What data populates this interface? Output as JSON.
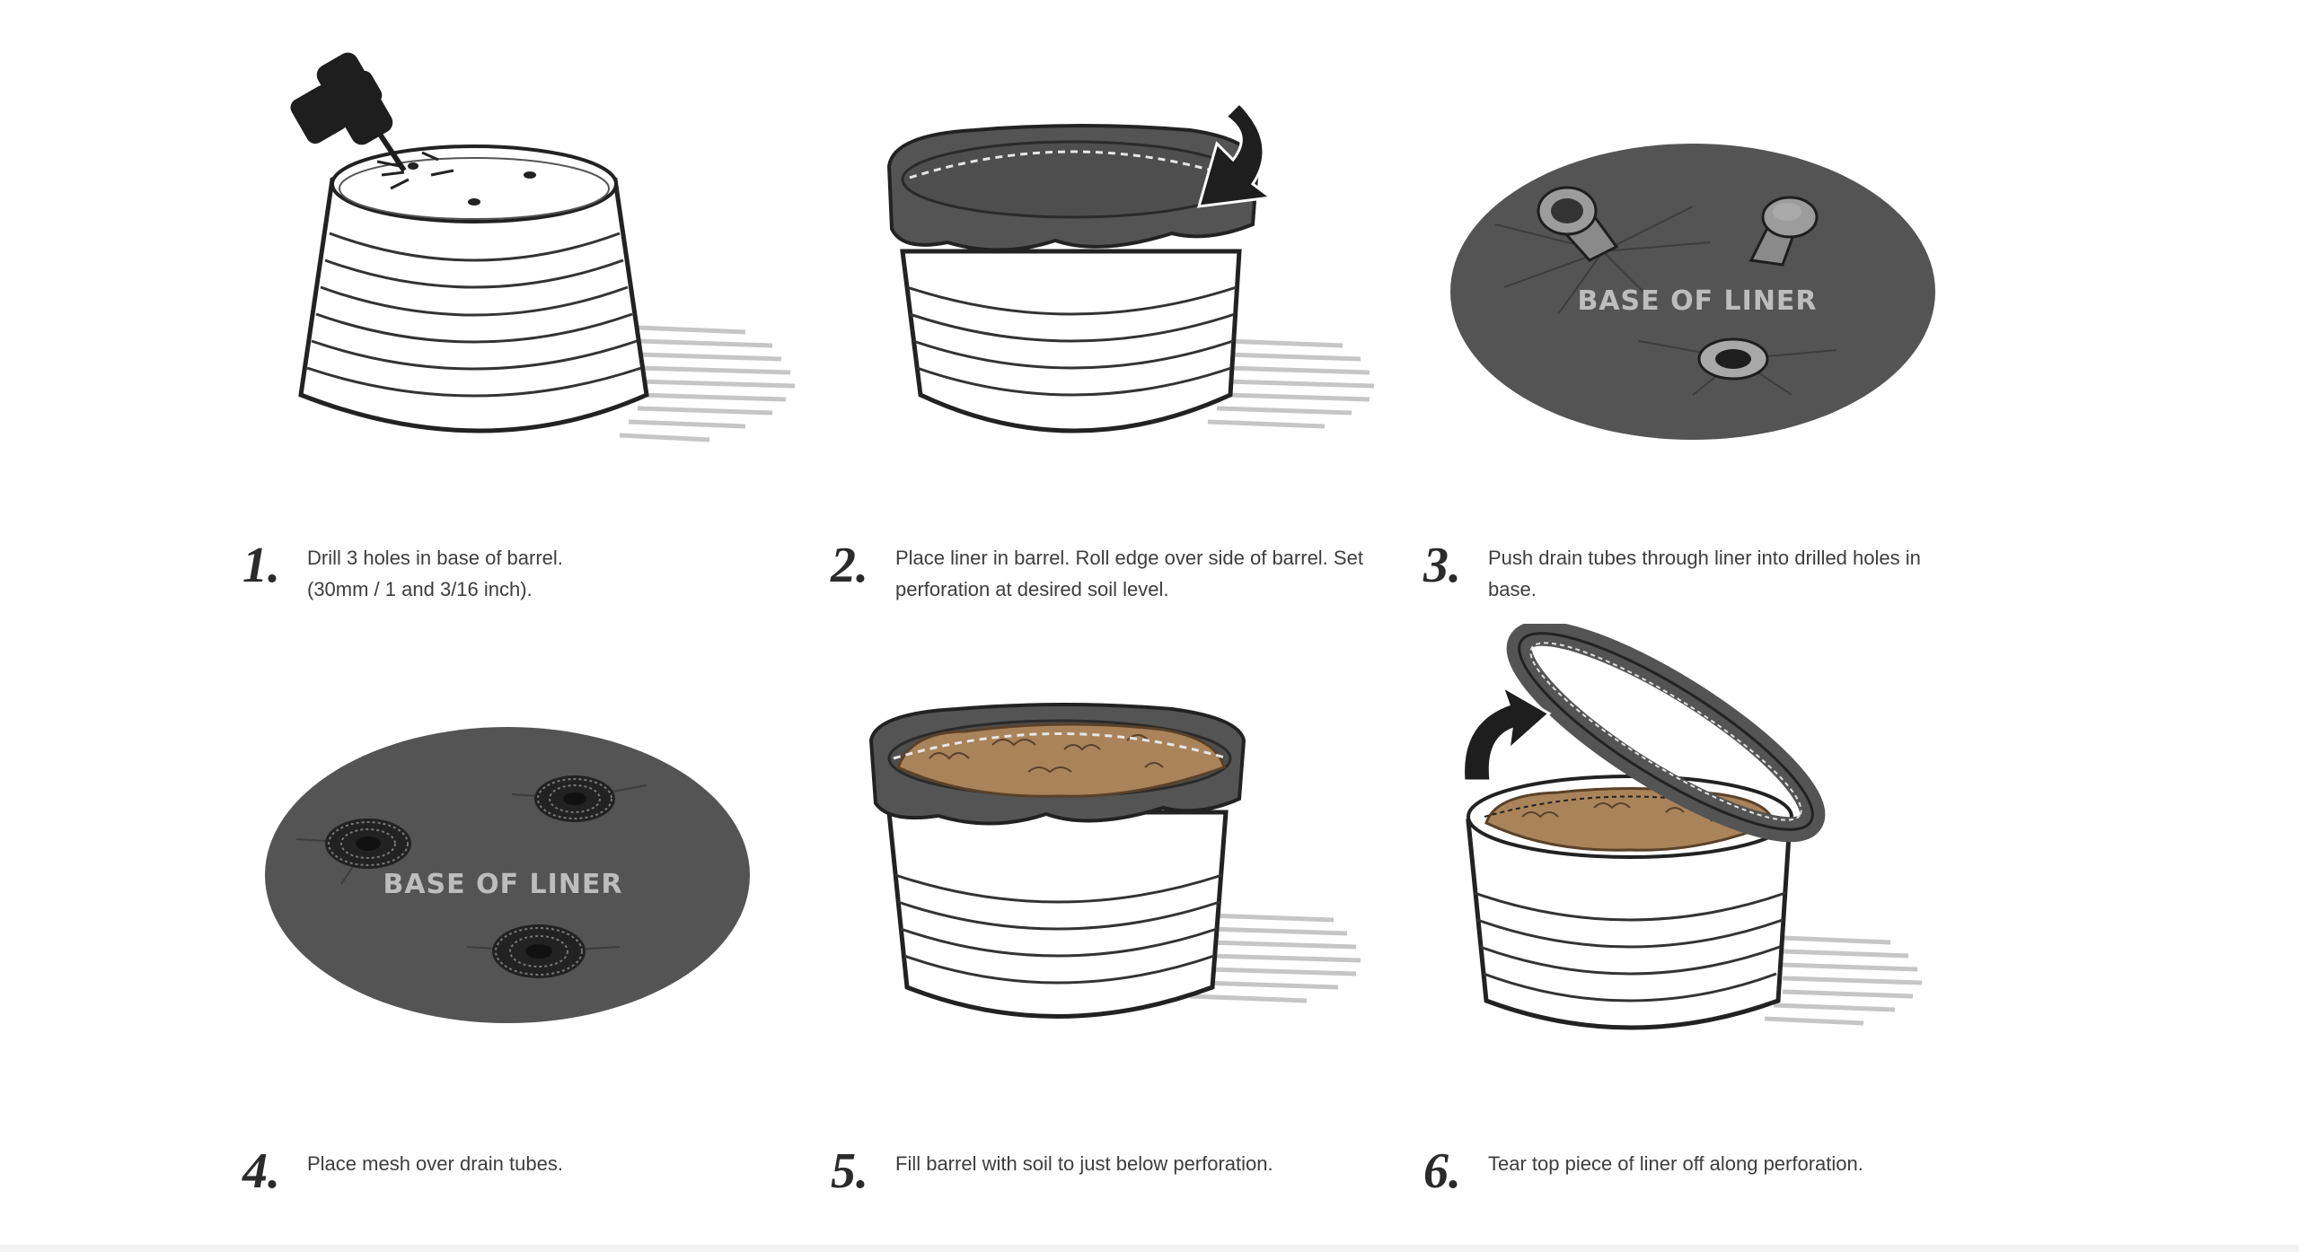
{
  "steps": [
    {
      "number": "1.",
      "lines": [
        "Drill 3 holes in base of barrel.",
        "(30mm / 1 and 3/16 inch)."
      ]
    },
    {
      "number": "2.",
      "lines": [
        "Place liner in barrel. Roll edge over side of barrel. Set",
        "perforation at desired soil level."
      ]
    },
    {
      "number": "3.",
      "lines": [
        "Push drain tubes through liner into drilled holes in",
        "base."
      ],
      "label": "BASE OF LINER"
    },
    {
      "number": "4.",
      "lines": [
        "Place mesh over drain tubes."
      ],
      "label": "BASE OF LINER"
    },
    {
      "number": "5.",
      "lines": [
        "Fill barrel with soil to just below perforation."
      ]
    },
    {
      "number": "6.",
      "lines": [
        "Tear top piece of liner off along perforation."
      ]
    }
  ],
  "colors": {
    "liner": "#545454",
    "soil": "#a9835a",
    "outline": "#222222",
    "shadow": "#c9c9c9",
    "text": "#3d3d3d"
  }
}
